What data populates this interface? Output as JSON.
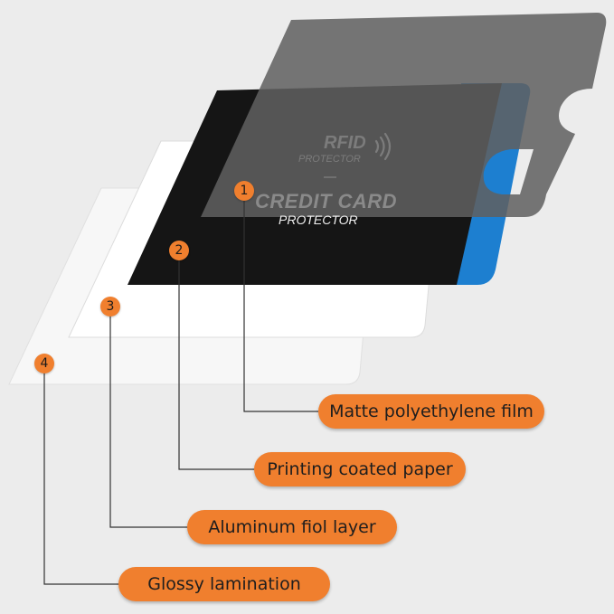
{
  "card": {
    "rfid_title": "RFID",
    "rfid_subtitle": "PROTECTOR",
    "main_title": "CREDIT CARD",
    "main_subtitle": "PROTECTOR",
    "icon": "wireless-signal-icon"
  },
  "layers": [
    {
      "number": "1",
      "label": "Matte polyethylene film"
    },
    {
      "number": "2",
      "label": "Printing coated paper"
    },
    {
      "number": "3",
      "label": "Aluminum fiol layer"
    },
    {
      "number": "4",
      "label": "Glossy lamination"
    }
  ],
  "colors": {
    "accent": "#f07f2e",
    "film": "#6a6a6a",
    "paper": "#1a1a1a",
    "blue": "#1d7fd0"
  }
}
